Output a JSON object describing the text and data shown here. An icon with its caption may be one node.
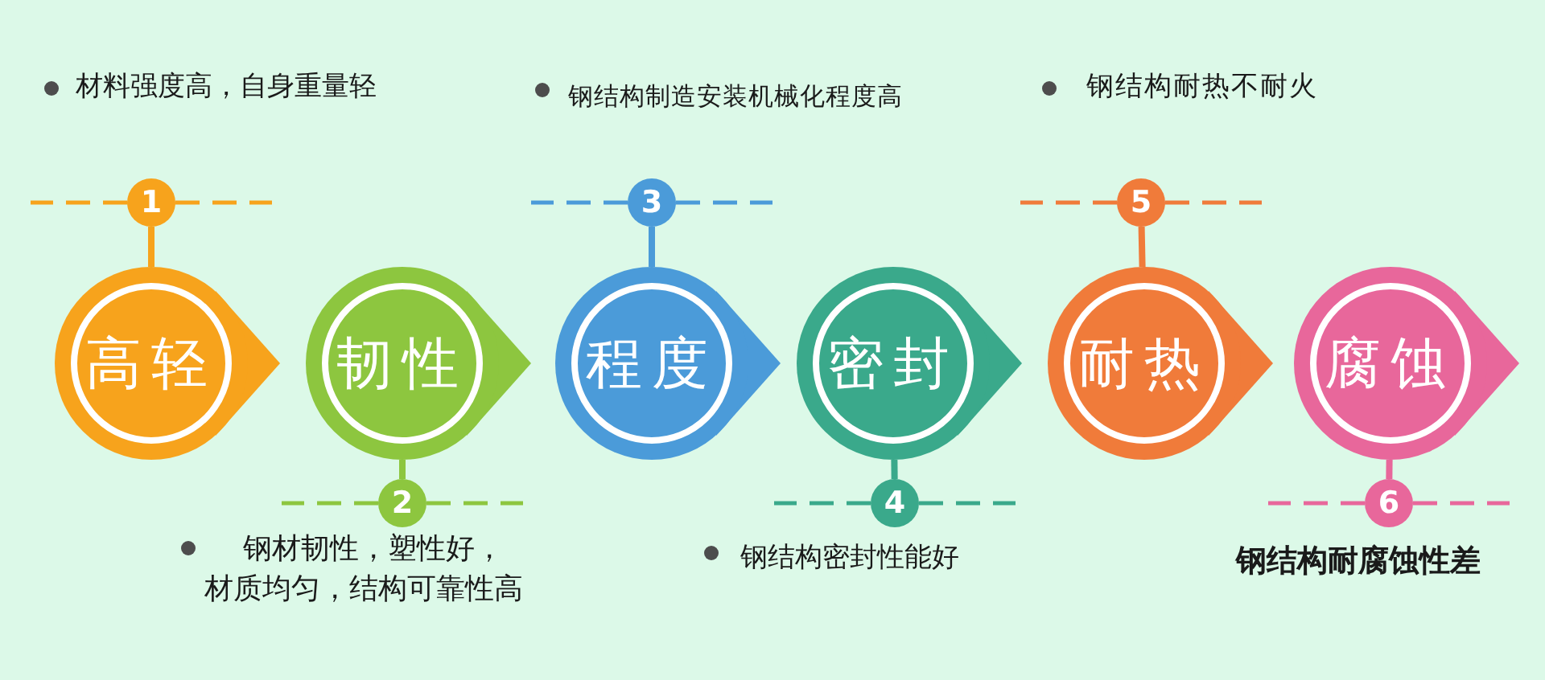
{
  "diagram": {
    "nodes": [
      {
        "text": [
          "高轻"
        ]
      },
      {
        "text": [
          "1"
        ],
        "beside": [
          "材料强度高，自身重量轻"
        ]
      },
      {
        "text": [
          "韧性"
        ]
      },
      {
        "text": [
          "2"
        ],
        "beside": [
          "钢材韧性，塑性好，材质均匀，结构可靠性高"
        ]
      },
      {
        "text": [
          "程度"
        ]
      },
      {
        "text": [
          "3"
        ],
        "beside": [
          "钢结构制造安装机械化程度高"
        ]
      },
      {
        "text": [
          "密封"
        ]
      },
      {
        "text": [
          "4"
        ],
        "beside": [
          "钢结构密封性能好"
        ]
      },
      {
        "text": [
          "耐热"
        ]
      },
      {
        "text": [
          "5"
        ],
        "beside": [
          "钢结构耐热不耐火"
        ]
      },
      {
        "text": [
          "腐蚀"
        ]
      },
      {
        "text": [
          "6"
        ],
        "beside": [
          "钢结构耐腐蚀性差"
        ]
      }
    ],
    "edges": [
      {
        "from": 0,
        "to": 1,
        "arrow": "none",
        "color": "#f7a31c"
      },
      {
        "from": 2,
        "to": 3,
        "arrow": "none",
        "color": "#8dc63f"
      },
      {
        "from": 4,
        "to": 5,
        "arrow": "none",
        "color": "#4b9bd9"
      },
      {
        "from": 6,
        "to": 7,
        "arrow": "none",
        "color": "#3aa98b"
      },
      {
        "from": 8,
        "to": 9,
        "arrow": "none",
        "color": "#f07b3a"
      },
      {
        "from": 10,
        "to": 11,
        "arrow": "none",
        "color": "#e8679b"
      }
    ]
  }
}
